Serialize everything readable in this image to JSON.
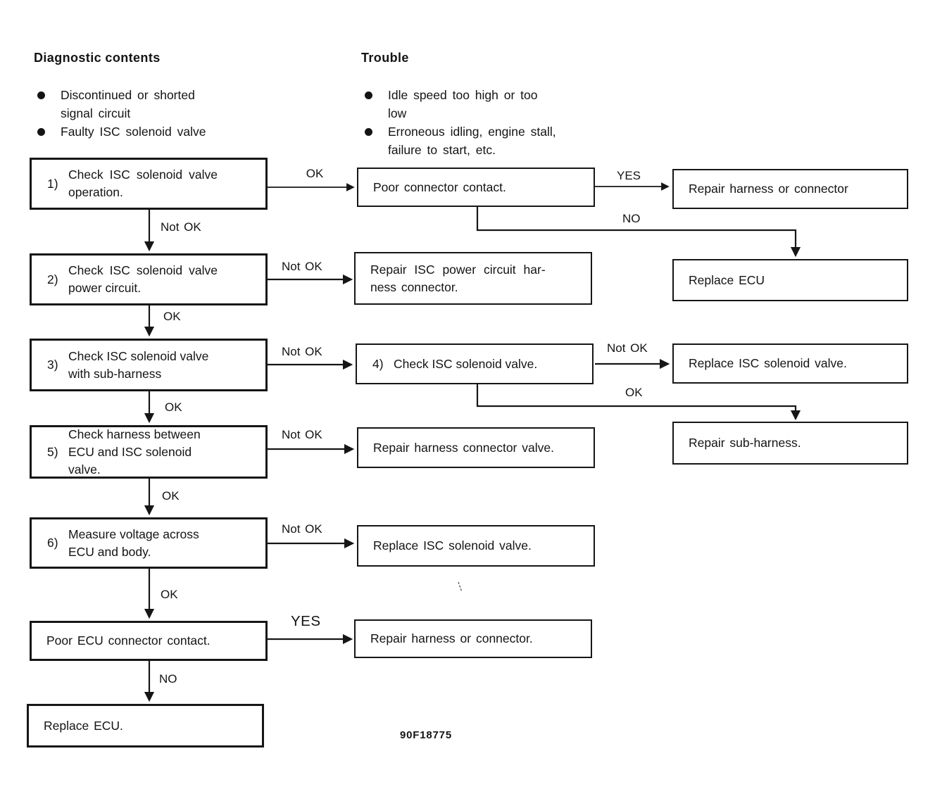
{
  "header": {
    "diagnostic_title": "Diagnostic contents",
    "trouble_title": "Trouble"
  },
  "diagnostic_bullets": [
    {
      "text": "Discontinued or shorted signal circuit"
    },
    {
      "text": "Faulty ISC solenoid valve"
    }
  ],
  "trouble_bullets": [
    {
      "text": "Idle speed too high or too low"
    },
    {
      "text": "Erroneous idling, engine stall, failure to start, etc."
    }
  ],
  "nodes": {
    "step1": {
      "num": "1)",
      "text": "Check ISC solenoid valve operation."
    },
    "step2": {
      "num": "2)",
      "text": "Check ISC solenoid valve power circuit."
    },
    "step3": {
      "num": "3)",
      "text": "Check ISC solenoid valve with sub-harness"
    },
    "step4": {
      "num": "4)",
      "text": "Check ISC solenoid valve."
    },
    "step5": {
      "num": "5)",
      "text": "Check harness between ECU and ISC solenoid valve."
    },
    "step6": {
      "num": "6)",
      "text": "Measure voltage across ECU and body."
    },
    "poor_connector_contact": "Poor connector contact.",
    "repair_isc_power": {
      "line1": "Repair ISC power circuit har-",
      "line2": "ness connector."
    },
    "repair_harness_connector_valve": "Repair harness connector valve.",
    "replace_isc_mid": "Replace ISC solenoid valve.",
    "repair_harness_or_connector_mid": "Repair harness or connector.",
    "poor_ecu_connector": "Poor ECU connector contact.",
    "replace_ecu_bottom": "Replace ECU.",
    "repair_harness_or_connector_right": "Repair harness or connector",
    "replace_ecu_right": "Replace ECU",
    "replace_isc_right": "Replace ISC solenoid valve.",
    "repair_sub_harness": "Repair sub-harness."
  },
  "edge_labels": {
    "ok1": "OK",
    "notok1": "Not OK",
    "yes1": "YES",
    "no1": "NO",
    "notok2": "Not OK",
    "ok2": "OK",
    "notok3": "Not OK",
    "notok3r": "Not OK",
    "ok3r": "OK",
    "ok3": "OK",
    "notok5": "Not OK",
    "ok5": "OK",
    "notok6": "Not OK",
    "ok6": "OK",
    "yes7": "YES",
    "no7": "NO"
  },
  "figure_code": "90F18775",
  "colors": {
    "ink": "#161616",
    "background": "#ffffff"
  }
}
